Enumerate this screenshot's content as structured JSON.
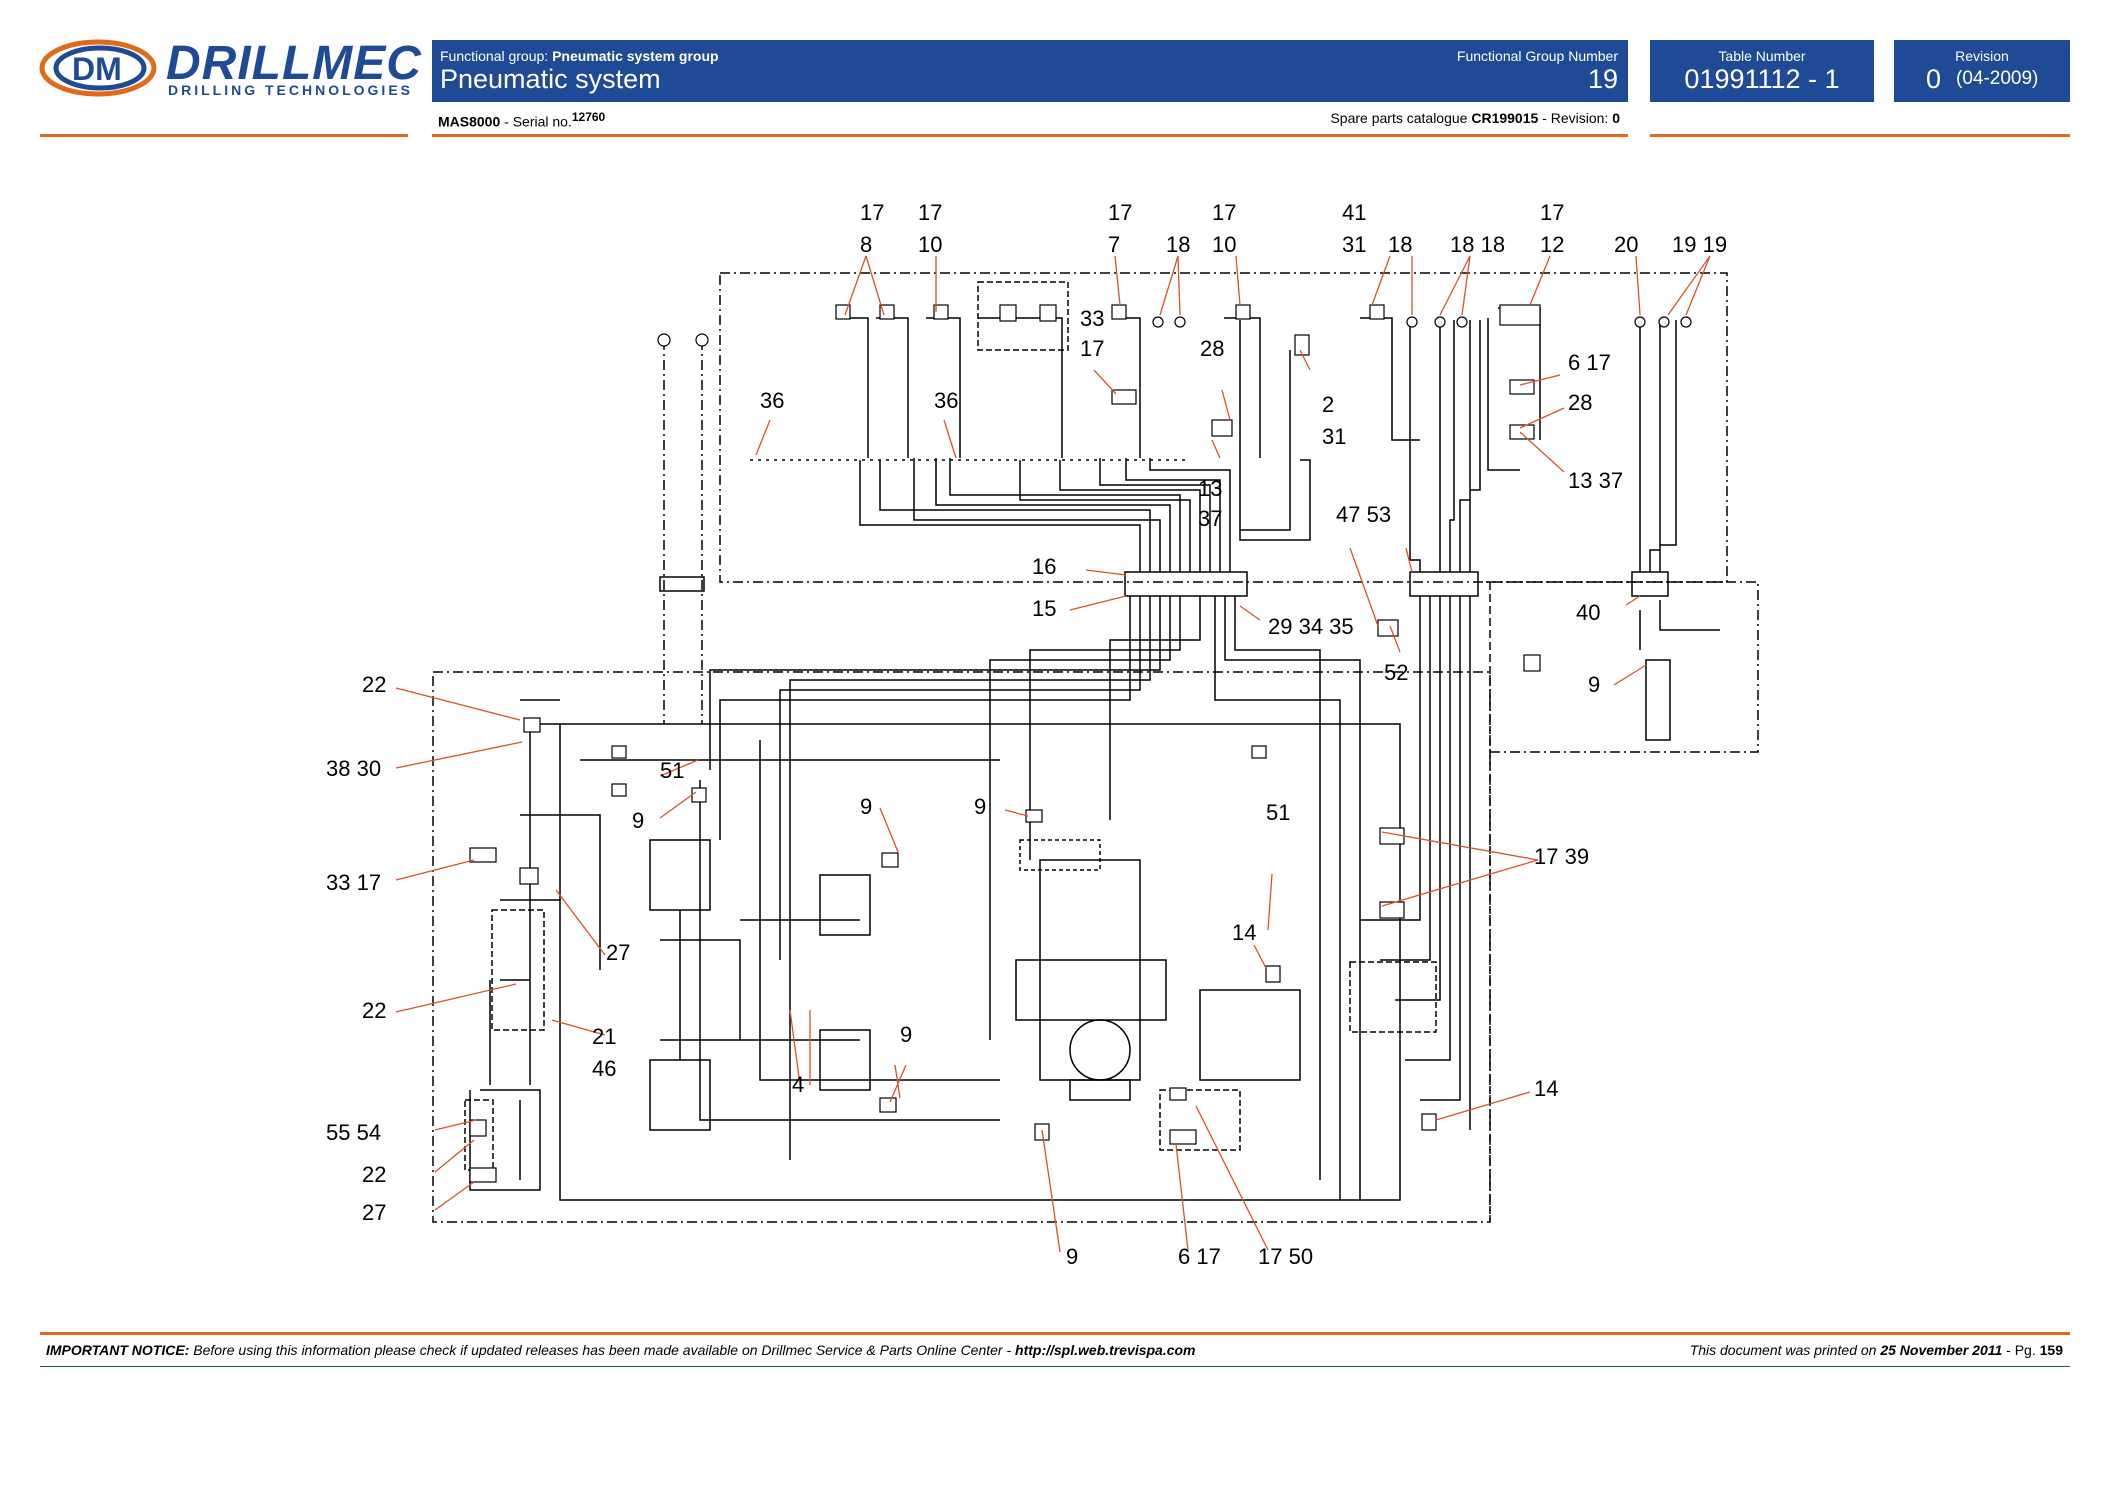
{
  "logo": {
    "brand": "DRILLMEC",
    "tagline": "DRILLING TECHNOLOGIES"
  },
  "header": {
    "functional_group_prefix": "Functional group:",
    "functional_group": "Pneumatic system group",
    "title": "Pneumatic system",
    "fg_number_label": "Functional Group Number",
    "fg_number": "19",
    "table_number_label": "Table Number",
    "table_number": "01991112 - 1",
    "revision_label": "Revision",
    "revision_number": "0",
    "revision_date": "(04-2009)",
    "model": "MAS8000",
    "serial_prefix": "- Serial no.",
    "serial": "12760",
    "catalogue_prefix": "Spare parts catalogue",
    "catalogue": "CR199015",
    "catalogue_revision_prefix": "- Revision:",
    "catalogue_revision": "0"
  },
  "callouts": {
    "c1": "17",
    "c2": "17",
    "c3": "17",
    "c4": "17",
    "c5": "41",
    "c6": "17",
    "c7": "8",
    "c8": "10",
    "c9": "7",
    "c10": "18",
    "c11": "10",
    "c12": "31",
    "c13": "18",
    "c14": "18 18",
    "c15": "12",
    "c16": "20",
    "c17": "19 19",
    "c18": "33",
    "c19": "17",
    "c20": "28",
    "c21": "2",
    "c22": "31",
    "c23": "6  17",
    "c24": "28",
    "c25": "36",
    "c26": "36",
    "c27": "13",
    "c28": "37",
    "c29": "13 37",
    "c30": "47  53",
    "c31": "16",
    "c32": "15",
    "c33": "29 34 35",
    "c34": "52",
    "c35": "40",
    "c36": "9",
    "c37": "22",
    "c38": "38 30",
    "c39": "51",
    "c40": "9",
    "c41": "9",
    "c42": "9",
    "c43": "51",
    "c44": "17  39",
    "c45": "33  17",
    "c46": "27",
    "c47": "14",
    "c48": "22",
    "c49": "21",
    "c50": "46",
    "c51": "9",
    "c52": "4",
    "c53": "14",
    "c54": "55  54",
    "c55": "22",
    "c56": "27",
    "c57": "9",
    "c58": "6  17",
    "c59": "17  50"
  },
  "footer": {
    "notice_label": "IMPORTANT NOTICE:",
    "notice_text": "Before using this information please check if updated releases has been made available on Drillmec Service & Parts Online Center -",
    "notice_url": "http://spl.web.trevispa.com",
    "printed_prefix": "This document was printed on",
    "printed_date": "25 November 2011",
    "page_prefix": "- Pg.",
    "page": "159"
  }
}
